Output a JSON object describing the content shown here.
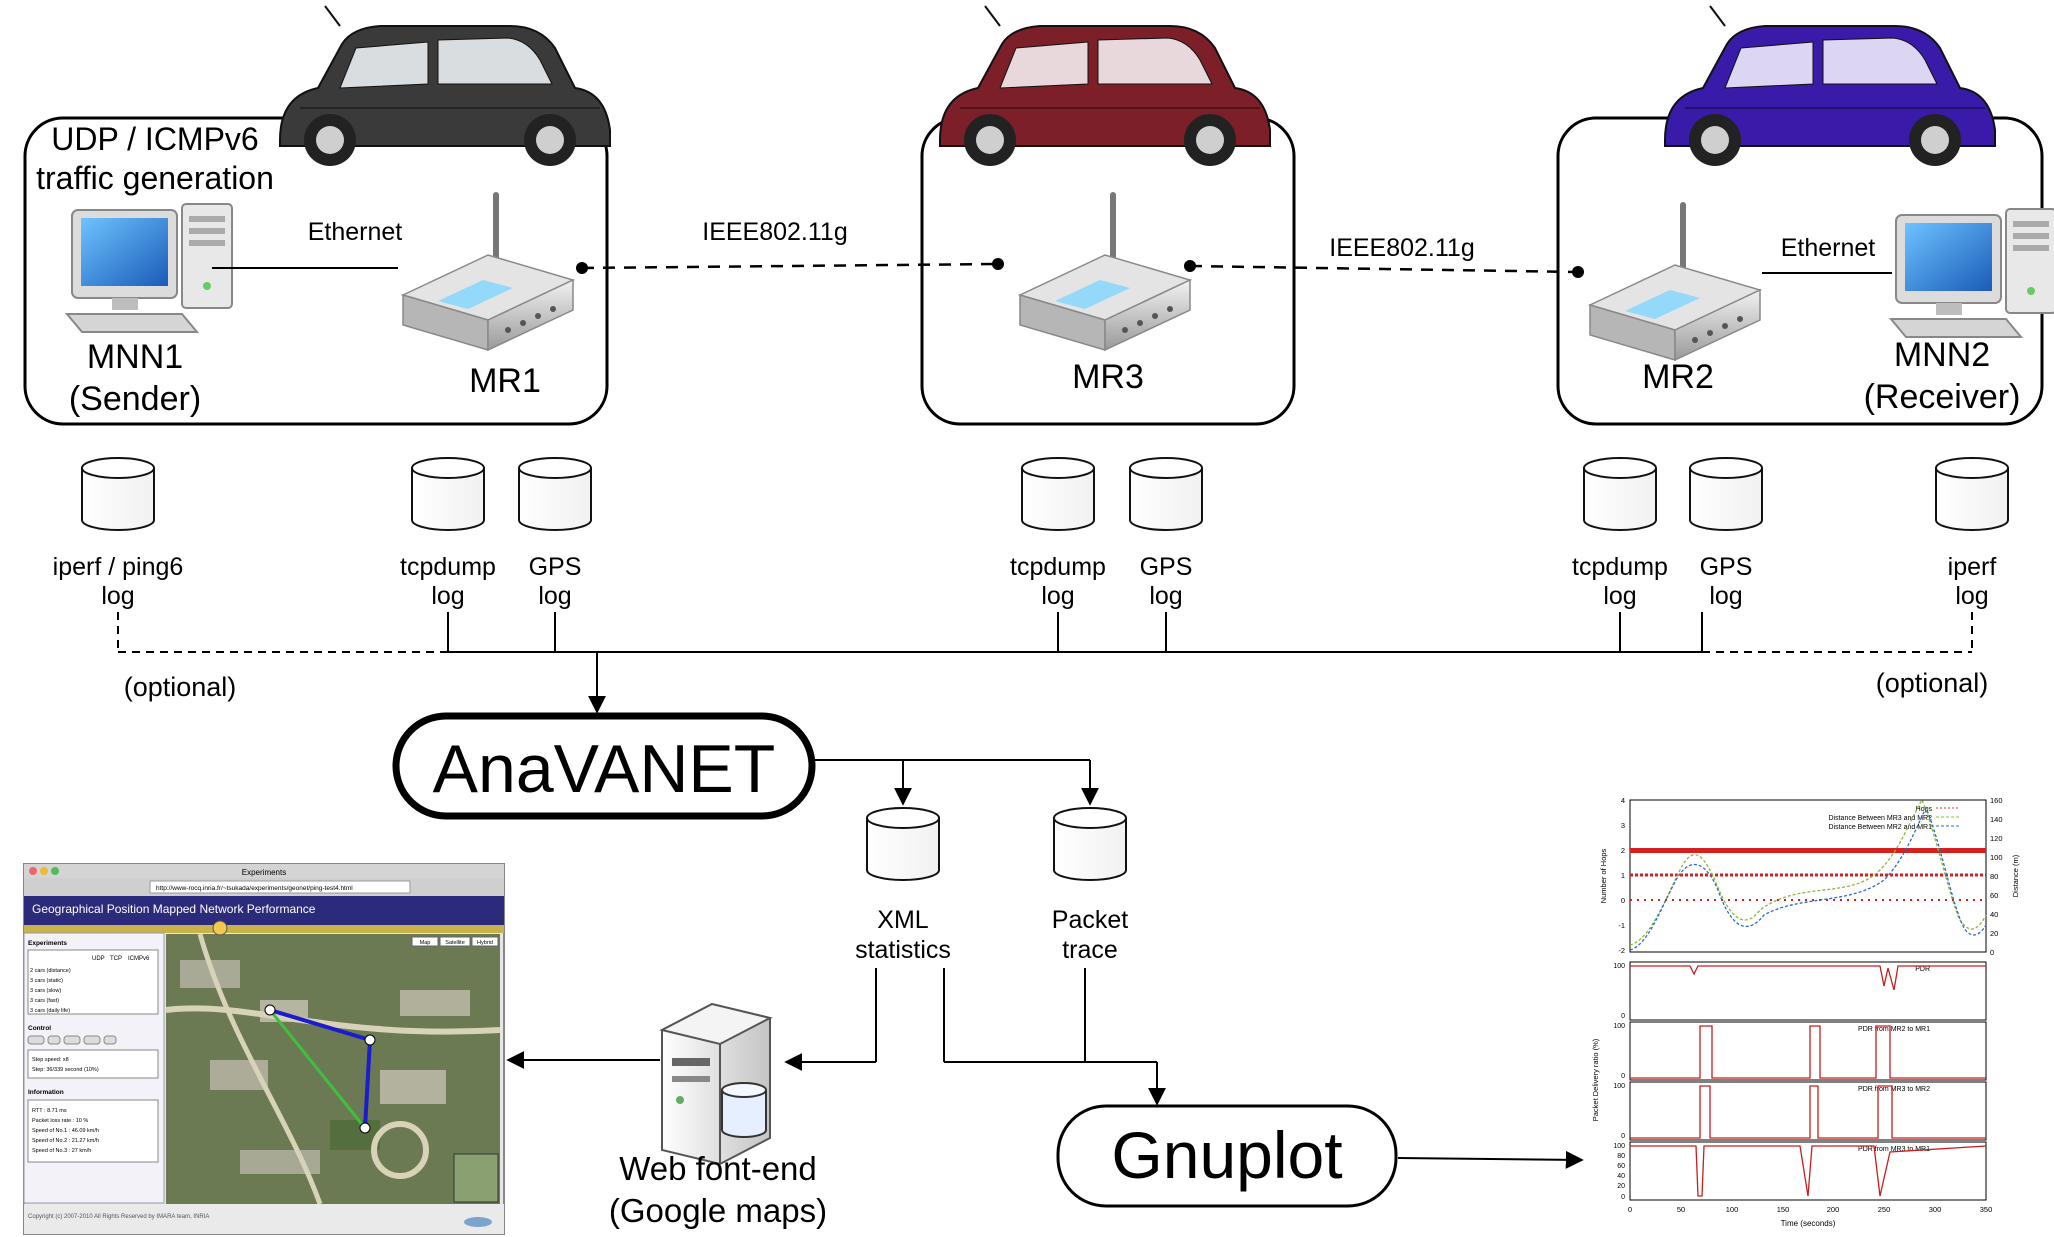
{
  "vehicles": {
    "left": {
      "title_line1": "UDP / ICMPv6",
      "title_line2": "traffic generation",
      "link_label": "Ethernet",
      "node_name": "MNN1",
      "node_role": "(Sender)",
      "router": "MR1",
      "car_color": "#3a3a3a"
    },
    "middle": {
      "router": "MR3",
      "car_color": "#7d1f28"
    },
    "right": {
      "link_label": "Ethernet",
      "node_name": "MNN2",
      "node_role": "(Receiver)",
      "router": "MR2",
      "car_color": "#3a1aa8"
    }
  },
  "wireless": {
    "link1": "IEEE802.11g",
    "link2": "IEEE802.11g"
  },
  "logs": [
    {
      "line1": "iperf / ping6",
      "line2": "log"
    },
    {
      "line1": "tcpdump",
      "line2": "log"
    },
    {
      "line1": "GPS",
      "line2": "log"
    },
    {
      "line1": "tcpdump",
      "line2": "log"
    },
    {
      "line1": "GPS",
      "line2": "log"
    },
    {
      "line1": "tcpdump",
      "line2": "log"
    },
    {
      "line1": "GPS",
      "line2": "log"
    },
    {
      "line1": "iperf",
      "line2": "log"
    }
  ],
  "optional_left": "(optional)",
  "optional_right": "(optional)",
  "anavanet": "AnaVANET",
  "outputs": {
    "xml_line1": "XML",
    "xml_line2": "statistics",
    "packet_line1": "Packet",
    "packet_line2": "trace"
  },
  "web": {
    "line1": "Web font-end",
    "line2": "(Google maps)"
  },
  "gnuplot": "Gnuplot",
  "screenshot": {
    "window_title": "Experiments",
    "url": "http://www-rocq.inria.fr/~tsukada/experiments/geonet/ping-test4.html",
    "header_title": "Geographical Position Mapped Network Performance",
    "map_button": "Map",
    "satellite_button": "Satellite",
    "hybrid_button": "Hybrid",
    "experiments_title": "Experiments",
    "table_headers": [
      "UDP",
      "TCP",
      "ICMPv6"
    ],
    "table_rows": [
      "2 cars (distance)",
      "3 cars (static)",
      "3 cars (slow)",
      "3 cars (fast)",
      "3 cars (daily life)"
    ],
    "control_title": "Control",
    "step_speed": "Step speed: x8",
    "step": "Step: 36/339 second (10%)",
    "info_title": "Information",
    "info_lines": [
      "RTT : 8.71 ms",
      "Packet loss rate : 10 %",
      "Speed of No.1 : 46.09 km/h",
      "Speed of No.2 : 21.27 km/h",
      "Speed of No.3 : 27 km/h"
    ],
    "footer": "Copyright (c) 2007-2010 All Rights Reserved by IMARA team, INRIA"
  },
  "plot": {
    "top_ylabel_left": "Number of Hops",
    "top_ylabel_right": "Distance (m)",
    "top_yticks_left": [
      "4",
      "3",
      "2",
      "1",
      "0",
      "-1",
      "-2"
    ],
    "top_yticks_right": [
      "160",
      "140",
      "120",
      "100",
      "80",
      "60",
      "40",
      "20",
      "0"
    ],
    "legend": [
      "Hops",
      "Distance Between MR3 and MR2",
      "Distance Between MR2 and MR1"
    ],
    "pdr_ylabel": "Packet Delivery ratio (%)",
    "pdr_titles": [
      "PDR",
      "PDR from MR2 to MR1",
      "PDR from MR3 to MR2",
      "PDR from MR3 to MR1"
    ],
    "pdr_yticks": [
      "100",
      "80",
      "60",
      "40",
      "20",
      "0"
    ],
    "xticks": [
      "0",
      "50",
      "100",
      "150",
      "200",
      "250",
      "300",
      "350"
    ],
    "xlabel": "Time (seconds)"
  }
}
